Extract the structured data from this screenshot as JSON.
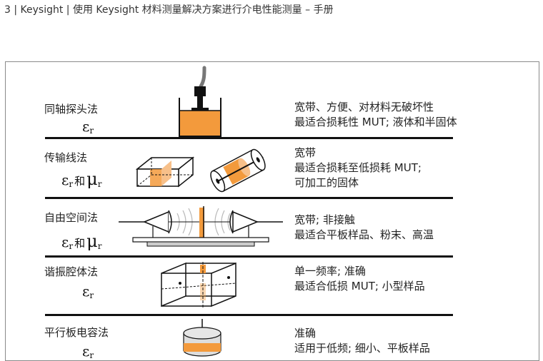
{
  "header": {
    "text": "3 | Keysight | 使用 Keysight 材料测量解决方案进行介电性能测量 – 手册"
  },
  "methods": [
    {
      "name": "同轴探头法",
      "symbol": "εr",
      "desc_lines": [
        "宽带、方便、对材料无破坏性",
        "最适合损耗性 MUT; 液体和半固体"
      ]
    },
    {
      "name": "传输线法",
      "symbol": "εr和μr",
      "desc_lines": [
        "宽带",
        "最适合损耗至低损耗 MUT;",
        "可加工的固体"
      ]
    },
    {
      "name": "自由空间法",
      "symbol": "εr和μr",
      "desc_lines": [
        "宽带; 非接触",
        "最适合平板样品、粉末、高温"
      ]
    },
    {
      "name": "谐振腔体法",
      "symbol": "εr",
      "desc_lines": [
        "单一频率; 准确",
        "最适合低损 MUT; 小型样品"
      ]
    },
    {
      "name": "平行板电容法",
      "symbol": "εr",
      "desc_lines": [
        "准确",
        "适用于低频; 细小、平板样品"
      ]
    }
  ],
  "symbols": {
    "eps": "ε",
    "mu": "μ",
    "sub": "r",
    "and": "和"
  },
  "colors": {
    "sample_orange": "#f39a3c",
    "sample_orange_light": "#f7c08a",
    "line": "#222222"
  }
}
